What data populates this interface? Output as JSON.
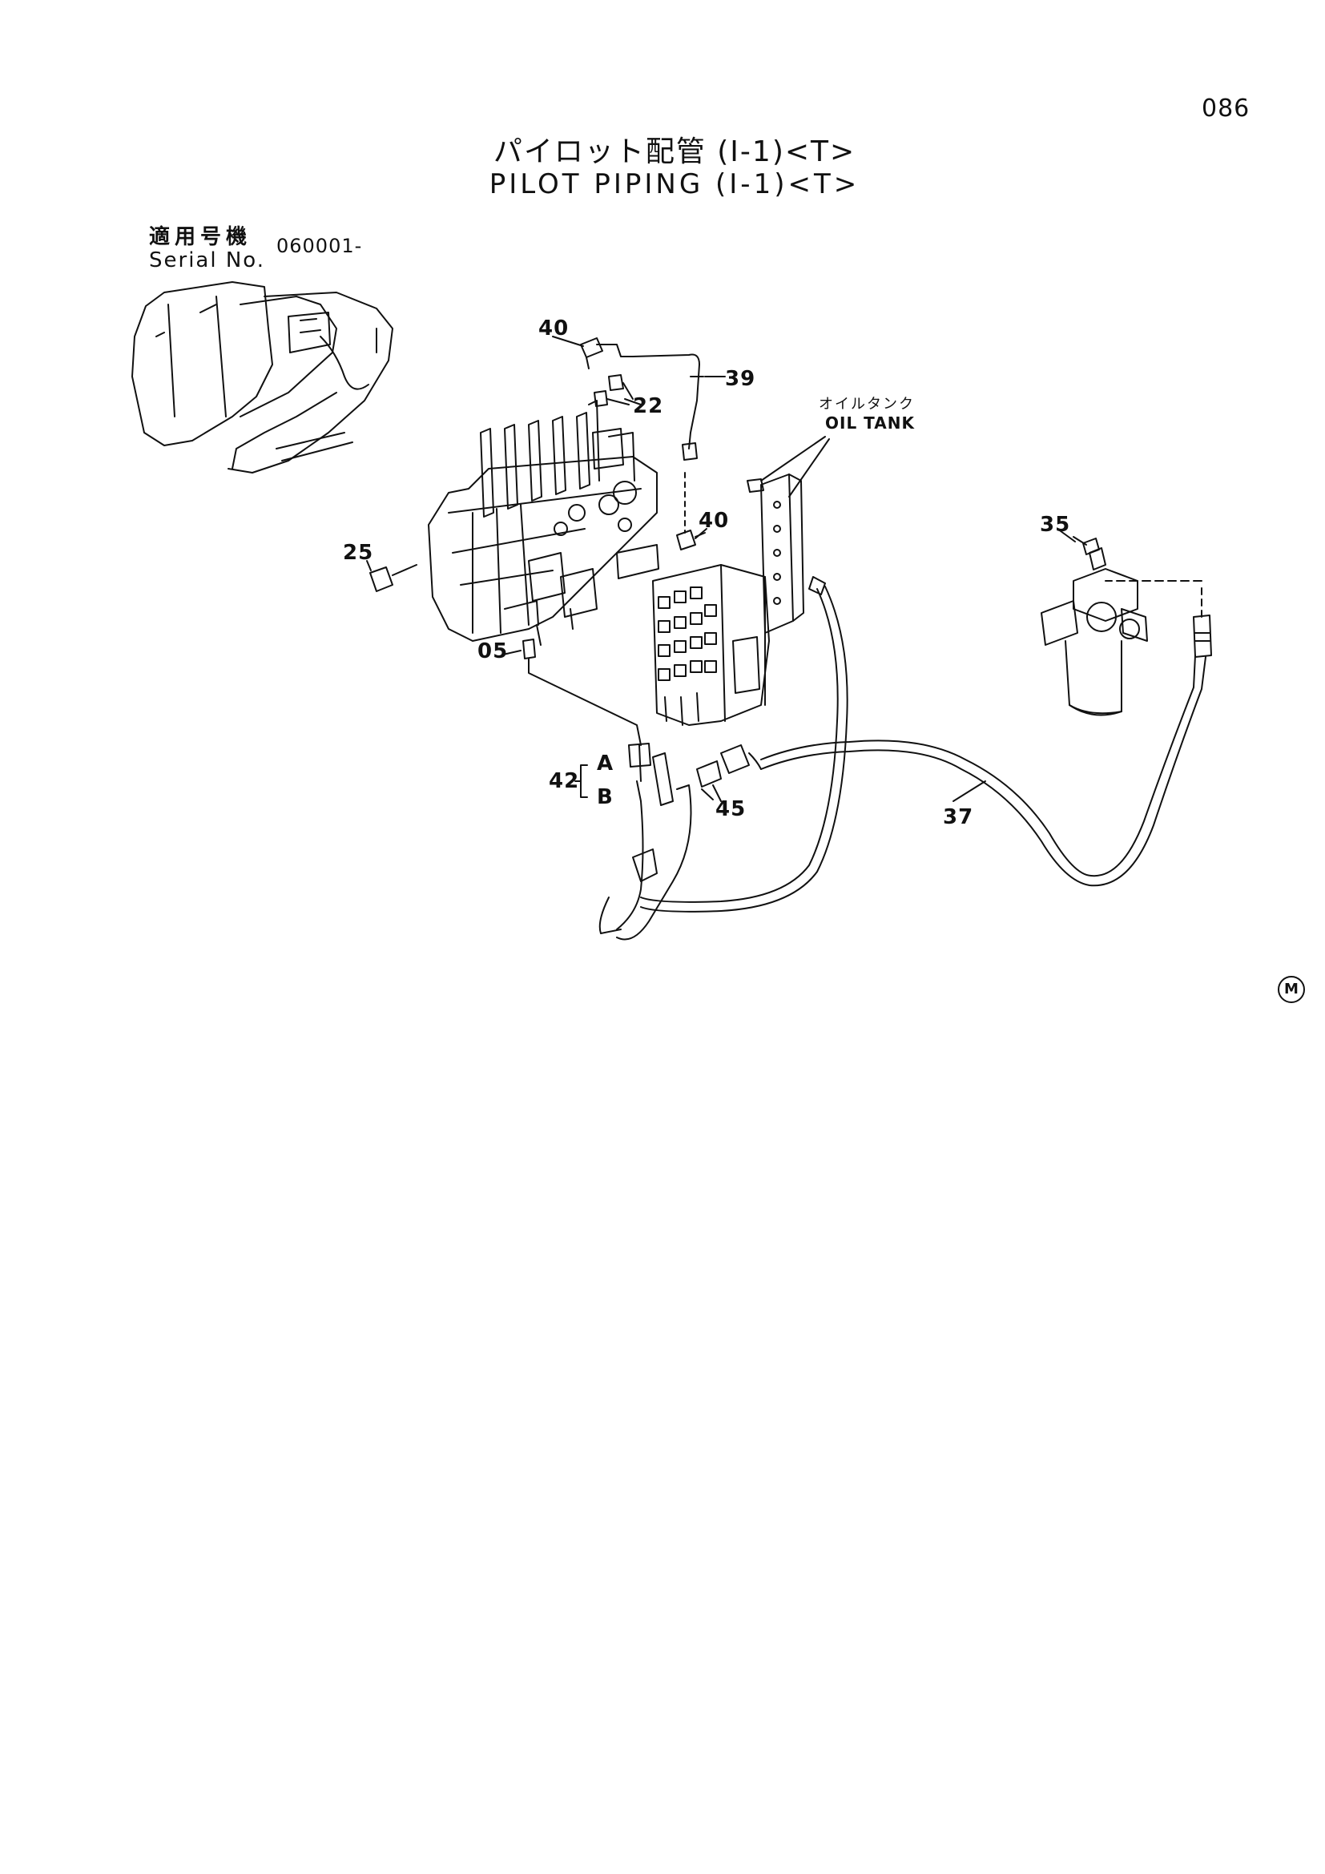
{
  "page_number": "086",
  "title": {
    "japanese": "パイロット配管 (I-1)<T>",
    "english": "PILOT PIPING (I-1)<T>"
  },
  "serial": {
    "label_jp": "適用号機",
    "label_en": "Serial No.",
    "value": "060001-"
  },
  "oil_tank": {
    "label_jp": "オイルタンク",
    "label_en": "OIL TANK"
  },
  "callouts": {
    "p40_top": "40",
    "p39": "39",
    "p22": "22",
    "p40_mid": "40",
    "p25": "25",
    "p05": "05",
    "p35": "35",
    "p42": "42",
    "p42_a": "A",
    "p42_b": "B",
    "p45": "45",
    "p37": "37"
  },
  "mark": "M"
}
